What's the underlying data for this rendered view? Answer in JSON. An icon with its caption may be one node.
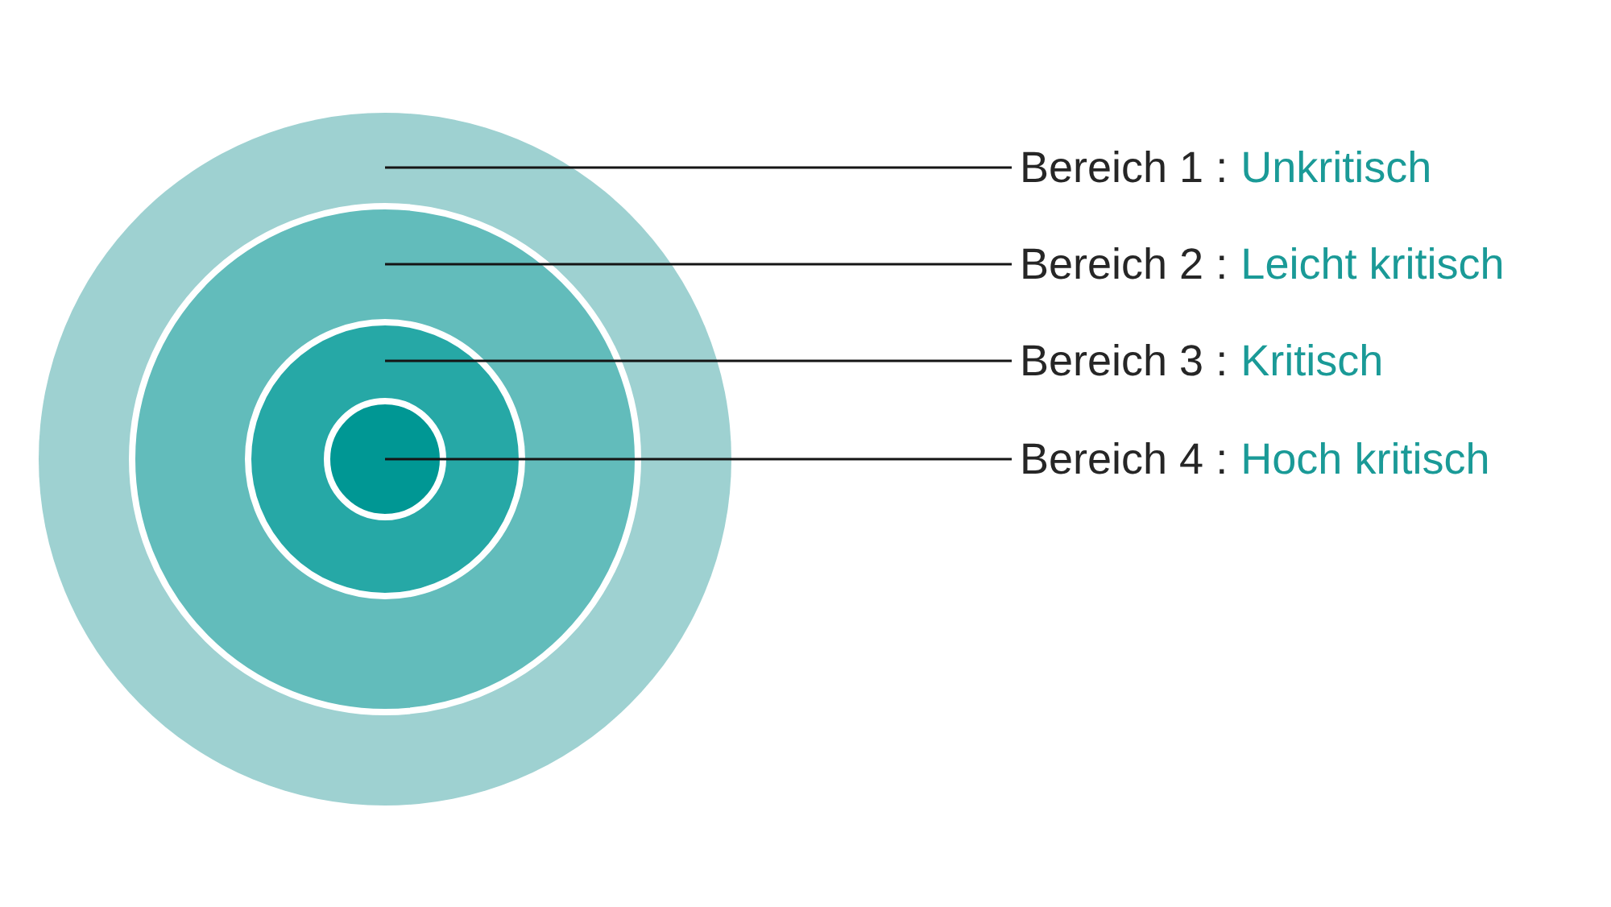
{
  "diagram": {
    "nodes": [
      {
        "text": [],
        "shape": "circle"
      },
      {
        "text": [],
        "shape": "circle",
        "in": 0
      },
      {
        "text": [],
        "shape": "circle",
        "in": 1
      },
      {
        "text": [],
        "shape": "circle",
        "in": 2
      },
      {
        "text": [
          "Bereich 1 :",
          "Unkritisch"
        ]
      },
      {
        "text": [
          "Bereich 2 :",
          "Leicht kritisch"
        ]
      },
      {
        "text": [
          "Bereich 3 :",
          "Kritisch"
        ]
      },
      {
        "text": [
          "Bereich 4 :",
          "Hoch kritisch"
        ]
      }
    ],
    "edges": [
      {
        "from": 4,
        "to": 0,
        "arrow": "none"
      },
      {
        "from": 5,
        "to": 1,
        "arrow": "none"
      },
      {
        "from": 6,
        "to": 2,
        "arrow": "none"
      },
      {
        "from": 7,
        "to": 3,
        "arrow": "none"
      }
    ]
  }
}
